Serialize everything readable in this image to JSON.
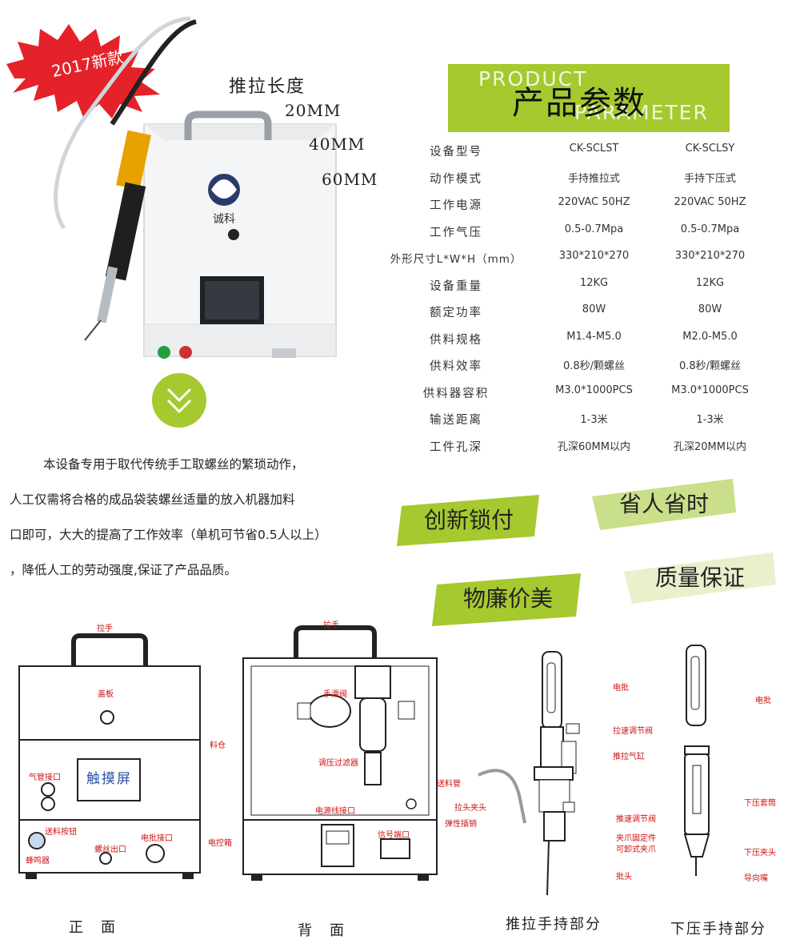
{
  "badge": {
    "text": "2017新款"
  },
  "photo": {
    "brand_label": "诚科"
  },
  "stroke": {
    "title": "推拉长度",
    "values": [
      "20MM",
      "40MM",
      "60MM"
    ]
  },
  "banner": {
    "en_line1": "PRODUCT",
    "en_line2": "PARAMETER",
    "cn_title": "产品参数"
  },
  "params": {
    "models": [
      "CK-SCLST",
      "CK-SCLSY"
    ],
    "rows": [
      {
        "label": "设备型号",
        "v1": "",
        "v2": ""
      },
      {
        "label": "动作模式",
        "v1": "手持推拉式",
        "v2": "手持下压式"
      },
      {
        "label": "工作电源",
        "v1": "220VAC 50HZ",
        "v2": "220VAC 50HZ"
      },
      {
        "label": "工作气压",
        "v1": "0.5-0.7Mpa",
        "v2": "0.5-0.7Mpa"
      },
      {
        "label": "外形尺寸L*W*H（mm）",
        "v1": "330*210*270",
        "v2": "330*210*270"
      },
      {
        "label": "设备重量",
        "v1": "12KG",
        "v2": "12KG"
      },
      {
        "label": "额定功率",
        "v1": "80W",
        "v2": "80W"
      },
      {
        "label": "供料规格",
        "v1": "M1.4-M5.0",
        "v2": "M2.0-M5.0"
      },
      {
        "label": "供料效率",
        "v1": "0.8秒/颗螺丝",
        "v2": "0.8秒/颗螺丝"
      },
      {
        "label": "供料器容积",
        "v1": "M3.0*1000PCS",
        "v2": "M3.0*1000PCS"
      },
      {
        "label": "输送距离",
        "v1": "1-3米",
        "v2": "1-3米"
      },
      {
        "label": "工件孔深",
        "v1": "孔深60MM以内",
        "v2": "孔深20MM以内"
      }
    ]
  },
  "description": {
    "line1": "本设备专用于取代传统手工取螺丝的繁琐动作，",
    "line2": "人工仅需将合格的成品袋装螺丝适量的放入机器加料",
    "line3": "口即可，大大的提高了工作效率（单机可节省0.5人以上）",
    "line4": "，降低人工的劳动强度,保证了产品品质。"
  },
  "tags": [
    "创新锁付",
    "省人省时",
    "物廉价美",
    "质量保证"
  ],
  "colors": {
    "accent": "#a5c92e",
    "label_red": "#d01010",
    "badge_red": "#e5222a"
  },
  "front": {
    "handle": "拉手",
    "cover": "盖板",
    "hopper": "料仓",
    "touch": "触摸屏",
    "air": "气管接口",
    "feed_btn": "送料按钮",
    "buzzer": "蜂鸣器",
    "outlet": "螺丝出口",
    "drv_port": "电批接口",
    "ctrl_box": "电控箱",
    "caption": "正　面"
  },
  "back": {
    "handle": "拉手",
    "valve": "手滑阀",
    "filter": "调压过滤器",
    "power": "电源线接口",
    "signal": "信号端口",
    "caption": "背　面"
  },
  "push": {
    "driver": "电批",
    "speed1": "拉速调节阀",
    "cyl": "推拉气缸",
    "tube": "送料管",
    "clamp": "拉头夹头",
    "pin": "弹性插销",
    "speed2": "推速调节阀",
    "jaw_fix": "夹爪固定件",
    "jaw": "可卸式夹爪",
    "bit": "批头",
    "caption": "推拉手持部分"
  },
  "press": {
    "driver": "电批",
    "sleeve": "下压套筒",
    "clamp": "下压夹头",
    "nozzle": "导向嘴",
    "caption": "下压手持部分"
  }
}
